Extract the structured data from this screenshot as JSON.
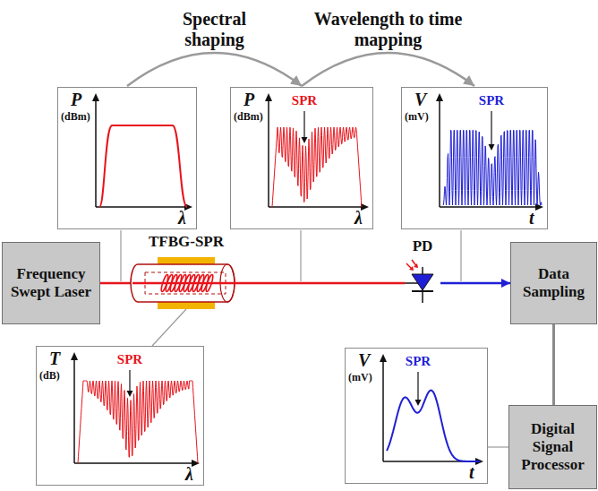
{
  "diagram": {
    "nodes": [
      {
        "text": [
          "P",
          "(dBm)",
          "λ"
        ]
      },
      {
        "text": [
          "P",
          "(dBm)",
          "SPR",
          "λ"
        ]
      },
      {
        "text": [
          "V",
          "(mV)",
          "SPR",
          "t"
        ]
      },
      {
        "text": [
          "Frequency Swept Laser"
        ]
      },
      {
        "text": [
          "TFBG-SPR"
        ]
      },
      {
        "text": [
          "PD"
        ]
      },
      {
        "text": [
          "Data Sampling"
        ]
      },
      {
        "text": [
          "T",
          "(dB)",
          "SPR",
          "λ"
        ]
      },
      {
        "text": [
          "V",
          "(mV)",
          "SPR",
          "t"
        ]
      },
      {
        "text": [
          "Digital Signal Processor"
        ]
      }
    ],
    "edges": [
      {
        "from": 0,
        "to": 1,
        "arrow": "to",
        "label": "Spectral shaping"
      },
      {
        "from": 1,
        "to": 2,
        "arrow": "to",
        "label": "Wavelength to time mapping"
      },
      {
        "from": 3,
        "to": 4,
        "arrow": "none"
      },
      {
        "from": 4,
        "to": 5,
        "arrow": "none"
      },
      {
        "from": 5,
        "to": 6,
        "arrow": "to"
      },
      {
        "from": 6,
        "to": 9,
        "arrow": "none"
      },
      {
        "from": 7,
        "to": 4,
        "arrow": "none"
      },
      {
        "from": 8,
        "to": 9,
        "arrow": "none"
      }
    ]
  }
}
